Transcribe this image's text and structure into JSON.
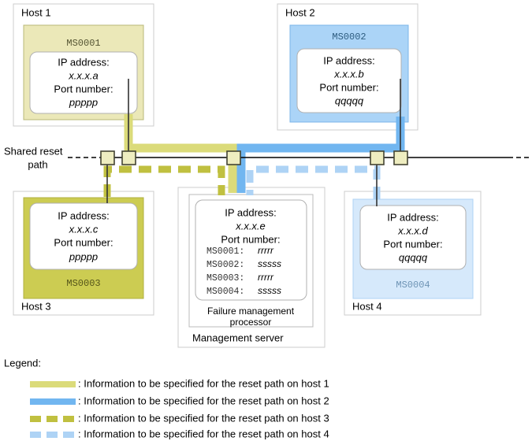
{
  "diagram": {
    "bus_label_line1": "Shared reset",
    "bus_label_line2": "path",
    "hosts": [
      {
        "id": "host1",
        "title": "Host 1",
        "ms_label": "MS0001",
        "ms_label_position": "top",
        "ip_caption": "IP address:",
        "ip_value": "x.x.x.a",
        "port_caption": "Port number:",
        "port_value": "ppppp",
        "fill": "#ebe8b8",
        "stroke": "#b8b878"
      },
      {
        "id": "host2",
        "title": "Host 2",
        "ms_label": "MS0002",
        "ms_label_position": "top",
        "ip_caption": "IP address:",
        "ip_value": "x.x.x.b",
        "port_caption": "Port number:",
        "port_value": "qqqqq",
        "fill": "#abd4f7",
        "stroke": "#7bb5e8"
      },
      {
        "id": "host3",
        "title": "Host 3",
        "ms_label": "MS0003",
        "ms_label_position": "bottom",
        "ip_caption": "IP address:",
        "ip_value": "x.x.x.c",
        "port_caption": "Port number:",
        "port_value": "ppppp",
        "fill": "#cccc52",
        "stroke": "#b0b040"
      },
      {
        "id": "host4",
        "title": "Host 4",
        "ms_label": "MS0004",
        "ms_label_position": "bottom",
        "ip_caption": "IP address:",
        "ip_value": "x.x.x.d",
        "port_caption": "Port number:",
        "port_value": "qqqqq",
        "fill": "#d6e9fb",
        "stroke": "#aed3f5"
      }
    ],
    "management_server": {
      "title": "Management server",
      "processor_line1": "Failure management",
      "processor_line2": "processor",
      "ip_caption": "IP address:",
      "ip_value": "x.x.x.e",
      "port_caption": "Port number:",
      "ports": [
        {
          "ms": "MS0001:",
          "value": "rrrrr"
        },
        {
          "ms": "MS0002:",
          "value": "sssss"
        },
        {
          "ms": "MS0003:",
          "value": "rrrrr"
        },
        {
          "ms": "MS0004:",
          "value": "sssss"
        }
      ]
    },
    "legend": {
      "title": "Legend:",
      "items": [
        {
          "label": ": Information to be specified for the reset path on host 1",
          "color": "#dbdb7a",
          "style": "solid"
        },
        {
          "label": ": Information to be specified for the reset path on host 2",
          "color": "#71b6f0",
          "style": "solid"
        },
        {
          "label": ": Information to be specified for the reset path on host 3",
          "color": "#c0c040",
          "style": "dashed"
        },
        {
          "label": ": Information to be specified for the reset path on host 4",
          "color": "#aed3f5",
          "style": "dashed"
        }
      ]
    },
    "colors": {
      "path_host1": "#dbdb7a",
      "path_host2": "#71b6f0",
      "path_host3": "#c0c040",
      "path_host4": "#aed3f5",
      "bus_line": "#000000",
      "connector_fill": "#eeedc0",
      "connector_stroke": "#555544",
      "host_frame": "#cccccc",
      "inner_box": "#ffffff",
      "inner_box_stroke": "#b0b0b0"
    }
  }
}
